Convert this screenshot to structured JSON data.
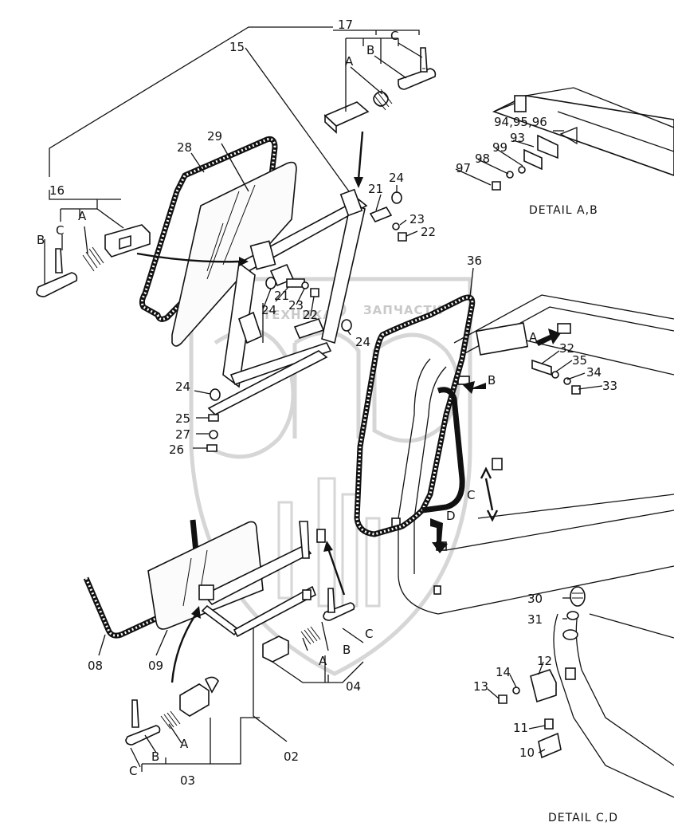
{
  "diagram": {
    "callouts": [
      {
        "id": "c15",
        "text": "15"
      },
      {
        "id": "c17",
        "text": "17"
      },
      {
        "id": "c17a",
        "text": "A"
      },
      {
        "id": "c17b",
        "text": "B"
      },
      {
        "id": "c17c",
        "text": "C"
      },
      {
        "id": "c29",
        "text": "29"
      },
      {
        "id": "c28",
        "text": "28"
      },
      {
        "id": "c16",
        "text": "16"
      },
      {
        "id": "c16a",
        "text": "A"
      },
      {
        "id": "c16b",
        "text": "B"
      },
      {
        "id": "c16c",
        "text": "C"
      },
      {
        "id": "c24a",
        "text": "24"
      },
      {
        "id": "c21a",
        "text": "21"
      },
      {
        "id": "c23a",
        "text": "23"
      },
      {
        "id": "c22a",
        "text": "22"
      },
      {
        "id": "c21b",
        "text": "21"
      },
      {
        "id": "c24b",
        "text": "24"
      },
      {
        "id": "c23b",
        "text": "23"
      },
      {
        "id": "c22b",
        "text": "22"
      },
      {
        "id": "c24c",
        "text": "24"
      },
      {
        "id": "c24d",
        "text": "24"
      },
      {
        "id": "c25",
        "text": "25"
      },
      {
        "id": "c27",
        "text": "27"
      },
      {
        "id": "c26",
        "text": "26"
      },
      {
        "id": "c949596",
        "text": "94,95,96"
      },
      {
        "id": "c93",
        "text": "93"
      },
      {
        "id": "c99",
        "text": "99"
      },
      {
        "id": "c98",
        "text": "98"
      },
      {
        "id": "c97",
        "text": "97"
      },
      {
        "id": "c36",
        "text": "36"
      },
      {
        "id": "c32",
        "text": "32"
      },
      {
        "id": "c35",
        "text": "35"
      },
      {
        "id": "c34",
        "text": "34"
      },
      {
        "id": "c33",
        "text": "33"
      },
      {
        "id": "cArrA",
        "text": "A"
      },
      {
        "id": "cArrB",
        "text": "B"
      },
      {
        "id": "cArrC",
        "text": "C"
      },
      {
        "id": "cArrD",
        "text": "D"
      },
      {
        "id": "c08",
        "text": "08"
      },
      {
        "id": "c09",
        "text": "09"
      },
      {
        "id": "c02",
        "text": "02"
      },
      {
        "id": "c03",
        "text": "03"
      },
      {
        "id": "c03a",
        "text": "A"
      },
      {
        "id": "c03b",
        "text": "B"
      },
      {
        "id": "c03c",
        "text": "C"
      },
      {
        "id": "c04",
        "text": "04"
      },
      {
        "id": "c04a",
        "text": "A"
      },
      {
        "id": "c04b",
        "text": "B"
      },
      {
        "id": "c04c",
        "text": "C"
      },
      {
        "id": "c30",
        "text": "30"
      },
      {
        "id": "c31",
        "text": "31"
      },
      {
        "id": "c12",
        "text": "12"
      },
      {
        "id": "c14",
        "text": "14"
      },
      {
        "id": "c13",
        "text": "13"
      },
      {
        "id": "c11",
        "text": "11"
      },
      {
        "id": "c10",
        "text": "10"
      }
    ],
    "detail_ab": "DETAIL A,B",
    "detail_cd": "DETAIL C,D"
  },
  "watermark": {
    "logo": "ЭПЭ",
    "text_left": "ТЕХНИКА",
    "text_right": "ЗАПЧАСТИ"
  }
}
